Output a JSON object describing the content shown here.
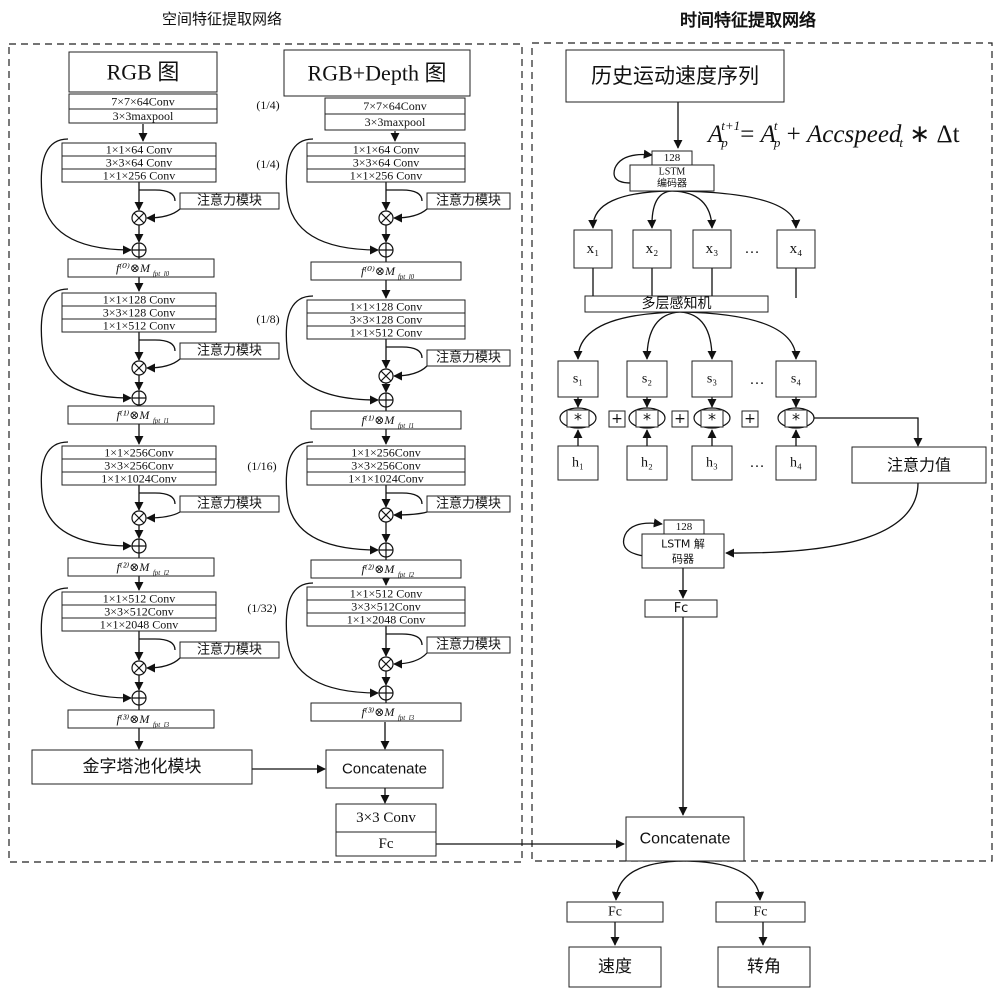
{
  "titles": {
    "spatial": "空间特征提取网络",
    "temporal": "时间特征提取网络"
  },
  "spatial": {
    "rgb_header": "RGB 图",
    "rgbd_header": "RGB+Depth 图",
    "stem": [
      "7×7×64Conv",
      "3×3maxpool"
    ],
    "stages": [
      {
        "scale_a": "(1/4)",
        "scale_b": "(1/4)",
        "convs": [
          "1×1×64 Conv",
          "3×3×64 Conv",
          "1×1×256 Conv"
        ],
        "fuse": "f⁽⁰⁾⊗M",
        "fuse_sub": "fpt_l0"
      },
      {
        "scale": "(1/8)",
        "convs": [
          "1×1×128 Conv",
          "3×3×128 Conv",
          "1×1×512 Conv"
        ],
        "fuse": "f⁽¹⁾⊗M",
        "fuse_sub": "fpt_l1"
      },
      {
        "scale": "(1/16)",
        "convs": [
          "1×1×256Conv",
          "3×3×256Conv",
          "1×1×1024Conv"
        ],
        "fuse": "f⁽²⁾⊗M",
        "fuse_sub": "fpt_l2"
      },
      {
        "scale": "(1/32)",
        "convs": [
          "1×1×512 Conv",
          "3×3×512Conv",
          "1×1×2048 Conv"
        ],
        "fuse": "f⁽³⁾⊗M",
        "fuse_sub": "fpt_l3"
      }
    ],
    "attention_module": "注意力模块",
    "multiply_symbol": "⊗",
    "add_symbol": "⊕",
    "pyramid_pooling": "金字塔池化模块",
    "concatenate": "Concatenate",
    "conv3": "3×3 Conv",
    "fc": "Fc"
  },
  "temporal": {
    "history": "历史运动速度序列",
    "formula": {
      "lhs_base": "A",
      "lhs_sup": "t+1",
      "lhs_sub": "p",
      "eq": "=",
      "rhs_a": "A",
      "rhs_a_sup": "t",
      "rhs_a_sub": "p",
      "plus": "+",
      "accspeed": "Accspeed",
      "accspeed_sub": "t",
      "times": "∗",
      "dt": "Δt"
    },
    "lstm_dim": "128",
    "lstm_encoder": [
      "LSTM",
      "编码器"
    ],
    "x_nodes": [
      "x₁",
      "x₂",
      "x₃",
      "x₄"
    ],
    "ellipsis": "…",
    "mlp": "多层感知机",
    "s_nodes": [
      "s₁",
      "s₂",
      "s₃",
      "s₄"
    ],
    "star": "*",
    "plus": "+",
    "h_nodes": [
      "h₁",
      "h₂",
      "h₃",
      "h₄"
    ],
    "attention_value": "注意力值",
    "lstm_decoder": [
      "LSTM 解",
      "码器"
    ],
    "fc": "Fc",
    "concatenate": "Concatenate",
    "outputs": [
      {
        "fc": "Fc",
        "label": "速度"
      },
      {
        "fc": "Fc",
        "label": "转角"
      }
    ]
  }
}
